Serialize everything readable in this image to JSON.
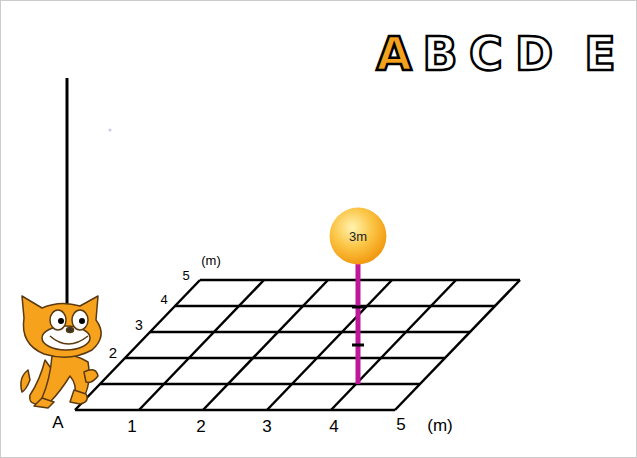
{
  "diagram": {
    "nodes": [
      {
        "text": [
          "3m"
        ]
      }
    ],
    "labels": [
      "A",
      "B",
      "C",
      "D",
      "E",
      "5",
      "(m)",
      "4",
      "3",
      "2",
      "A",
      "1",
      "2",
      "3",
      "4",
      "5",
      "(m)"
    ]
  }
}
